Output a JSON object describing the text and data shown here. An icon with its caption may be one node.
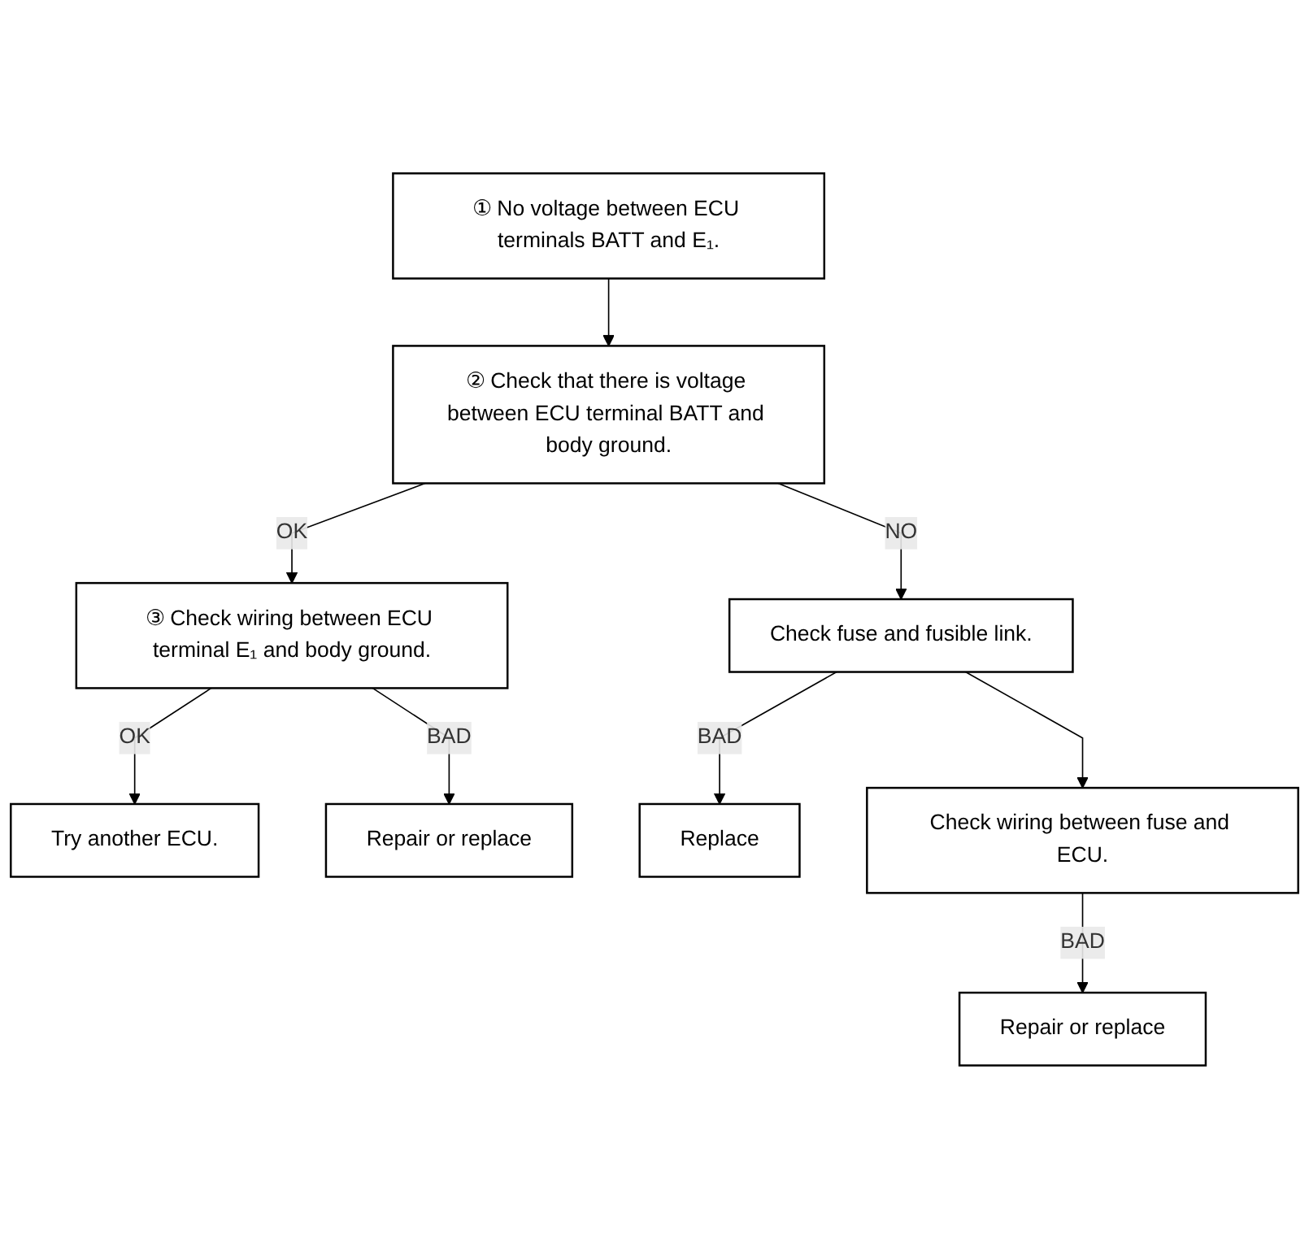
{
  "diagram": {
    "nodes": [
      {
        "text": [
          "① No voltage between ECU terminals BATT and E₁."
        ]
      },
      {
        "text": [
          "② Check that there is voltage between ECU terminal BATT and body ground."
        ]
      },
      {
        "text": [
          "③ Check wiring between ECU terminal E₁ and body ground."
        ]
      },
      {
        "text": [
          "Try another ECU."
        ]
      },
      {
        "text": [
          "Repair or replace"
        ]
      },
      {
        "text": [
          "Check fuse and fusible link."
        ]
      },
      {
        "text": [
          "Replace"
        ]
      },
      {
        "text": [
          "Check wiring between fuse and ECU."
        ]
      },
      {
        "text": [
          "Repair or replace"
        ]
      }
    ],
    "edges": [
      {
        "from": 0,
        "to": 1,
        "arrow": "to"
      },
      {
        "from": 1,
        "to": 2,
        "label": "OK",
        "arrow": "to"
      },
      {
        "from": 2,
        "to": 3,
        "label": "OK",
        "arrow": "to"
      },
      {
        "from": 2,
        "to": 4,
        "label": "BAD",
        "arrow": "to"
      },
      {
        "from": 1,
        "to": 5,
        "label": "NO",
        "arrow": "to"
      },
      {
        "from": 5,
        "to": 6,
        "label": "BAD",
        "arrow": "to"
      },
      {
        "from": 5,
        "to": 7,
        "arrow": "to"
      },
      {
        "from": 7,
        "to": 8,
        "label": "BAD",
        "arrow": "to"
      }
    ]
  }
}
